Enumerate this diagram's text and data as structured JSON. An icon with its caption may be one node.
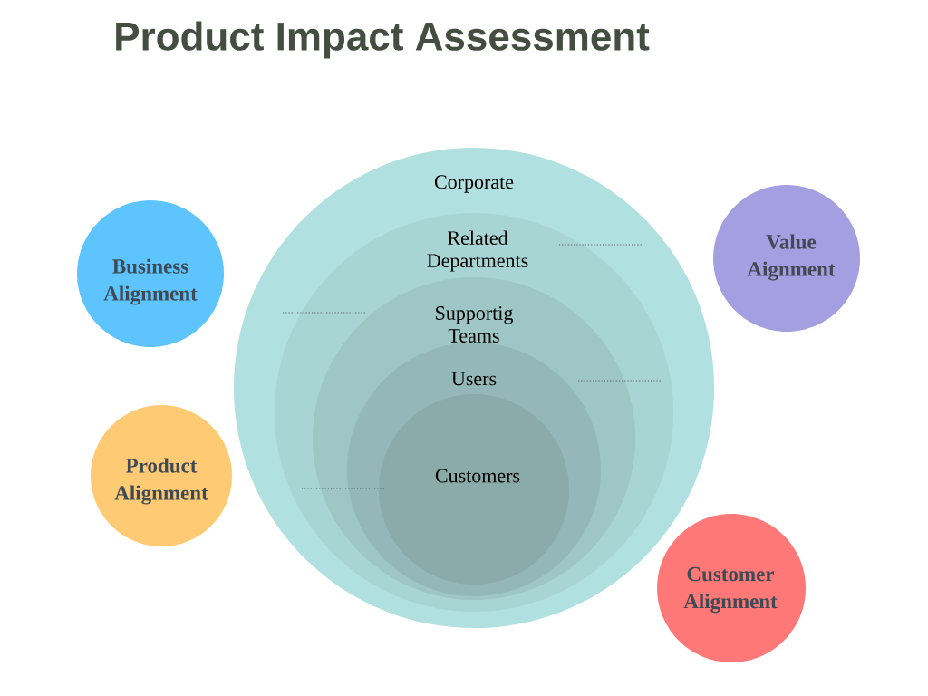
{
  "diagram": {
    "title": "Product Impact  Assessment",
    "nodes": [
      {
        "text": [
          "Corporate"
        ]
      },
      {
        "text": [
          "Related Departments"
        ],
        "in": 0
      },
      {
        "text": [
          "Supportig Teams"
        ],
        "in": 1
      },
      {
        "text": [
          "Users"
        ],
        "in": 2
      },
      {
        "text": [
          "Customers"
        ],
        "in": 3
      },
      {
        "text": [
          "Business Alignment"
        ]
      },
      {
        "text": [
          "Value Aignment"
        ]
      },
      {
        "text": [
          "Product Alignment"
        ]
      },
      {
        "text": [
          "Customer Alignment"
        ]
      }
    ]
  }
}
